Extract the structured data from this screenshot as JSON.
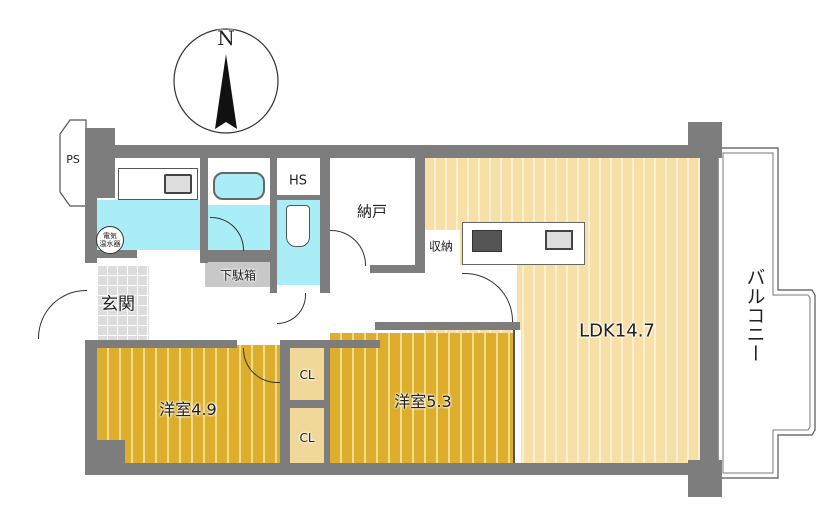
{
  "compass": {
    "north_label": "N"
  },
  "rooms": {
    "ps": "PS",
    "hs": "HS",
    "storeroom": "納戸",
    "storage": "収納",
    "shoe_cabinet": "下駄箱",
    "entrance": "玄関",
    "water_heater": "電気\n温水器",
    "ldk": "LDK14.7",
    "bedroom_1": "洋室4.9",
    "bedroom_2": "洋室5.3",
    "closet_1": "CL",
    "closet_2": "CL",
    "balcony": "バルコニー"
  },
  "colors": {
    "wet_area": "#a9eef6",
    "ldk_floor": "#f6e0a8",
    "bedroom_floor": "#dcae2c",
    "wall": "#7d7d7d"
  }
}
